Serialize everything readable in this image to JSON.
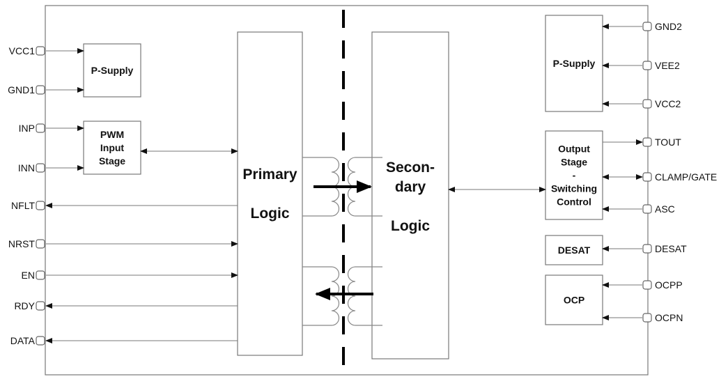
{
  "left_pins": [
    {
      "label": "VCC1",
      "direction": "in",
      "target": "p-supply-primary"
    },
    {
      "label": "GND1",
      "direction": "in",
      "target": "p-supply-primary"
    },
    {
      "label": "INP",
      "direction": "in",
      "target": "pwm-input-stage"
    },
    {
      "label": "INN",
      "direction": "in",
      "target": "pwm-input-stage"
    },
    {
      "label": "NFLT",
      "direction": "out",
      "target": "primary-logic"
    },
    {
      "label": "NRST",
      "direction": "in",
      "target": "primary-logic"
    },
    {
      "label": "EN",
      "direction": "in",
      "target": "primary-logic"
    },
    {
      "label": "RDY",
      "direction": "out",
      "target": "primary-logic"
    },
    {
      "label": "DATA",
      "direction": "out",
      "target": "primary-logic"
    }
  ],
  "right_pins": [
    {
      "label": "GND2",
      "direction": "in",
      "target": "p-supply-secondary"
    },
    {
      "label": "VEE2",
      "direction": "in",
      "target": "p-supply-secondary"
    },
    {
      "label": "VCC2",
      "direction": "in",
      "target": "p-supply-secondary"
    },
    {
      "label": "TOUT",
      "direction": "out",
      "target": "output-stage"
    },
    {
      "label": "CLAMP/GATE",
      "direction": "bidir",
      "target": "output-stage"
    },
    {
      "label": "ASC",
      "direction": "in",
      "target": "output-stage"
    },
    {
      "label": "DESAT",
      "direction": "in",
      "target": "desat-block"
    },
    {
      "label": "OCPP",
      "direction": "in",
      "target": "ocp-block"
    },
    {
      "label": "OCPN",
      "direction": "in",
      "target": "ocp-block"
    }
  ],
  "blocks": {
    "p_supply_primary": [
      "P-Supply"
    ],
    "pwm_input_stage": [
      "PWM",
      "Input",
      "Stage"
    ],
    "primary_logic": [
      "Primary",
      "Logic"
    ],
    "secondary_logic": [
      "Secon-",
      "dary",
      "Logic"
    ],
    "p_supply_secondary": [
      "P-Supply"
    ],
    "output_stage": [
      "Output",
      "Stage",
      "-",
      "Switching",
      "Control"
    ],
    "desat": [
      "DESAT"
    ],
    "ocp": [
      "OCP"
    ]
  }
}
